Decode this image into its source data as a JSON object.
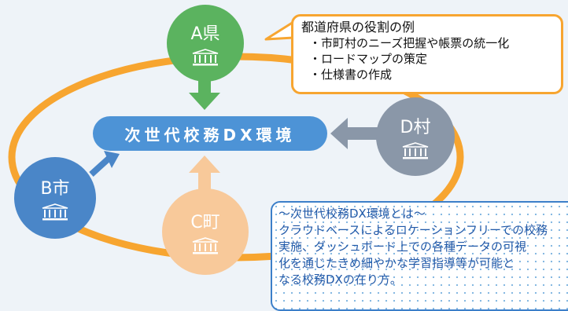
{
  "diagram": {
    "center_label": "次世代校務DX環境",
    "nodes": {
      "a": {
        "label": "A県",
        "icon": "building-icon"
      },
      "b": {
        "label": "B市",
        "icon": "building-icon"
      },
      "c": {
        "label": "C町",
        "icon": "building-icon"
      },
      "d": {
        "label": "D村",
        "icon": "building-icon"
      }
    },
    "colors": {
      "ring": "#f7a530",
      "a": "#5bb35f",
      "b": "#4a86c8",
      "c": "#f8c99a",
      "d": "#8a97a8",
      "center": "#4d93d6"
    }
  },
  "callout": {
    "title": "都道府県の役割の例",
    "items": [
      "市町村のニーズ把握や帳票の統一化",
      "ロードマップの策定",
      "仕様書の作成"
    ]
  },
  "info": {
    "lines": [
      "～次世代校務DX環境とは～",
      "クラウドベースによるロケーションフリーでの校務",
      "実施、ダッシュボード上での各種データの可視",
      "化を通じたきめ細やかな学習指導等が可能と",
      "なる校務DXの在り方。"
    ]
  }
}
